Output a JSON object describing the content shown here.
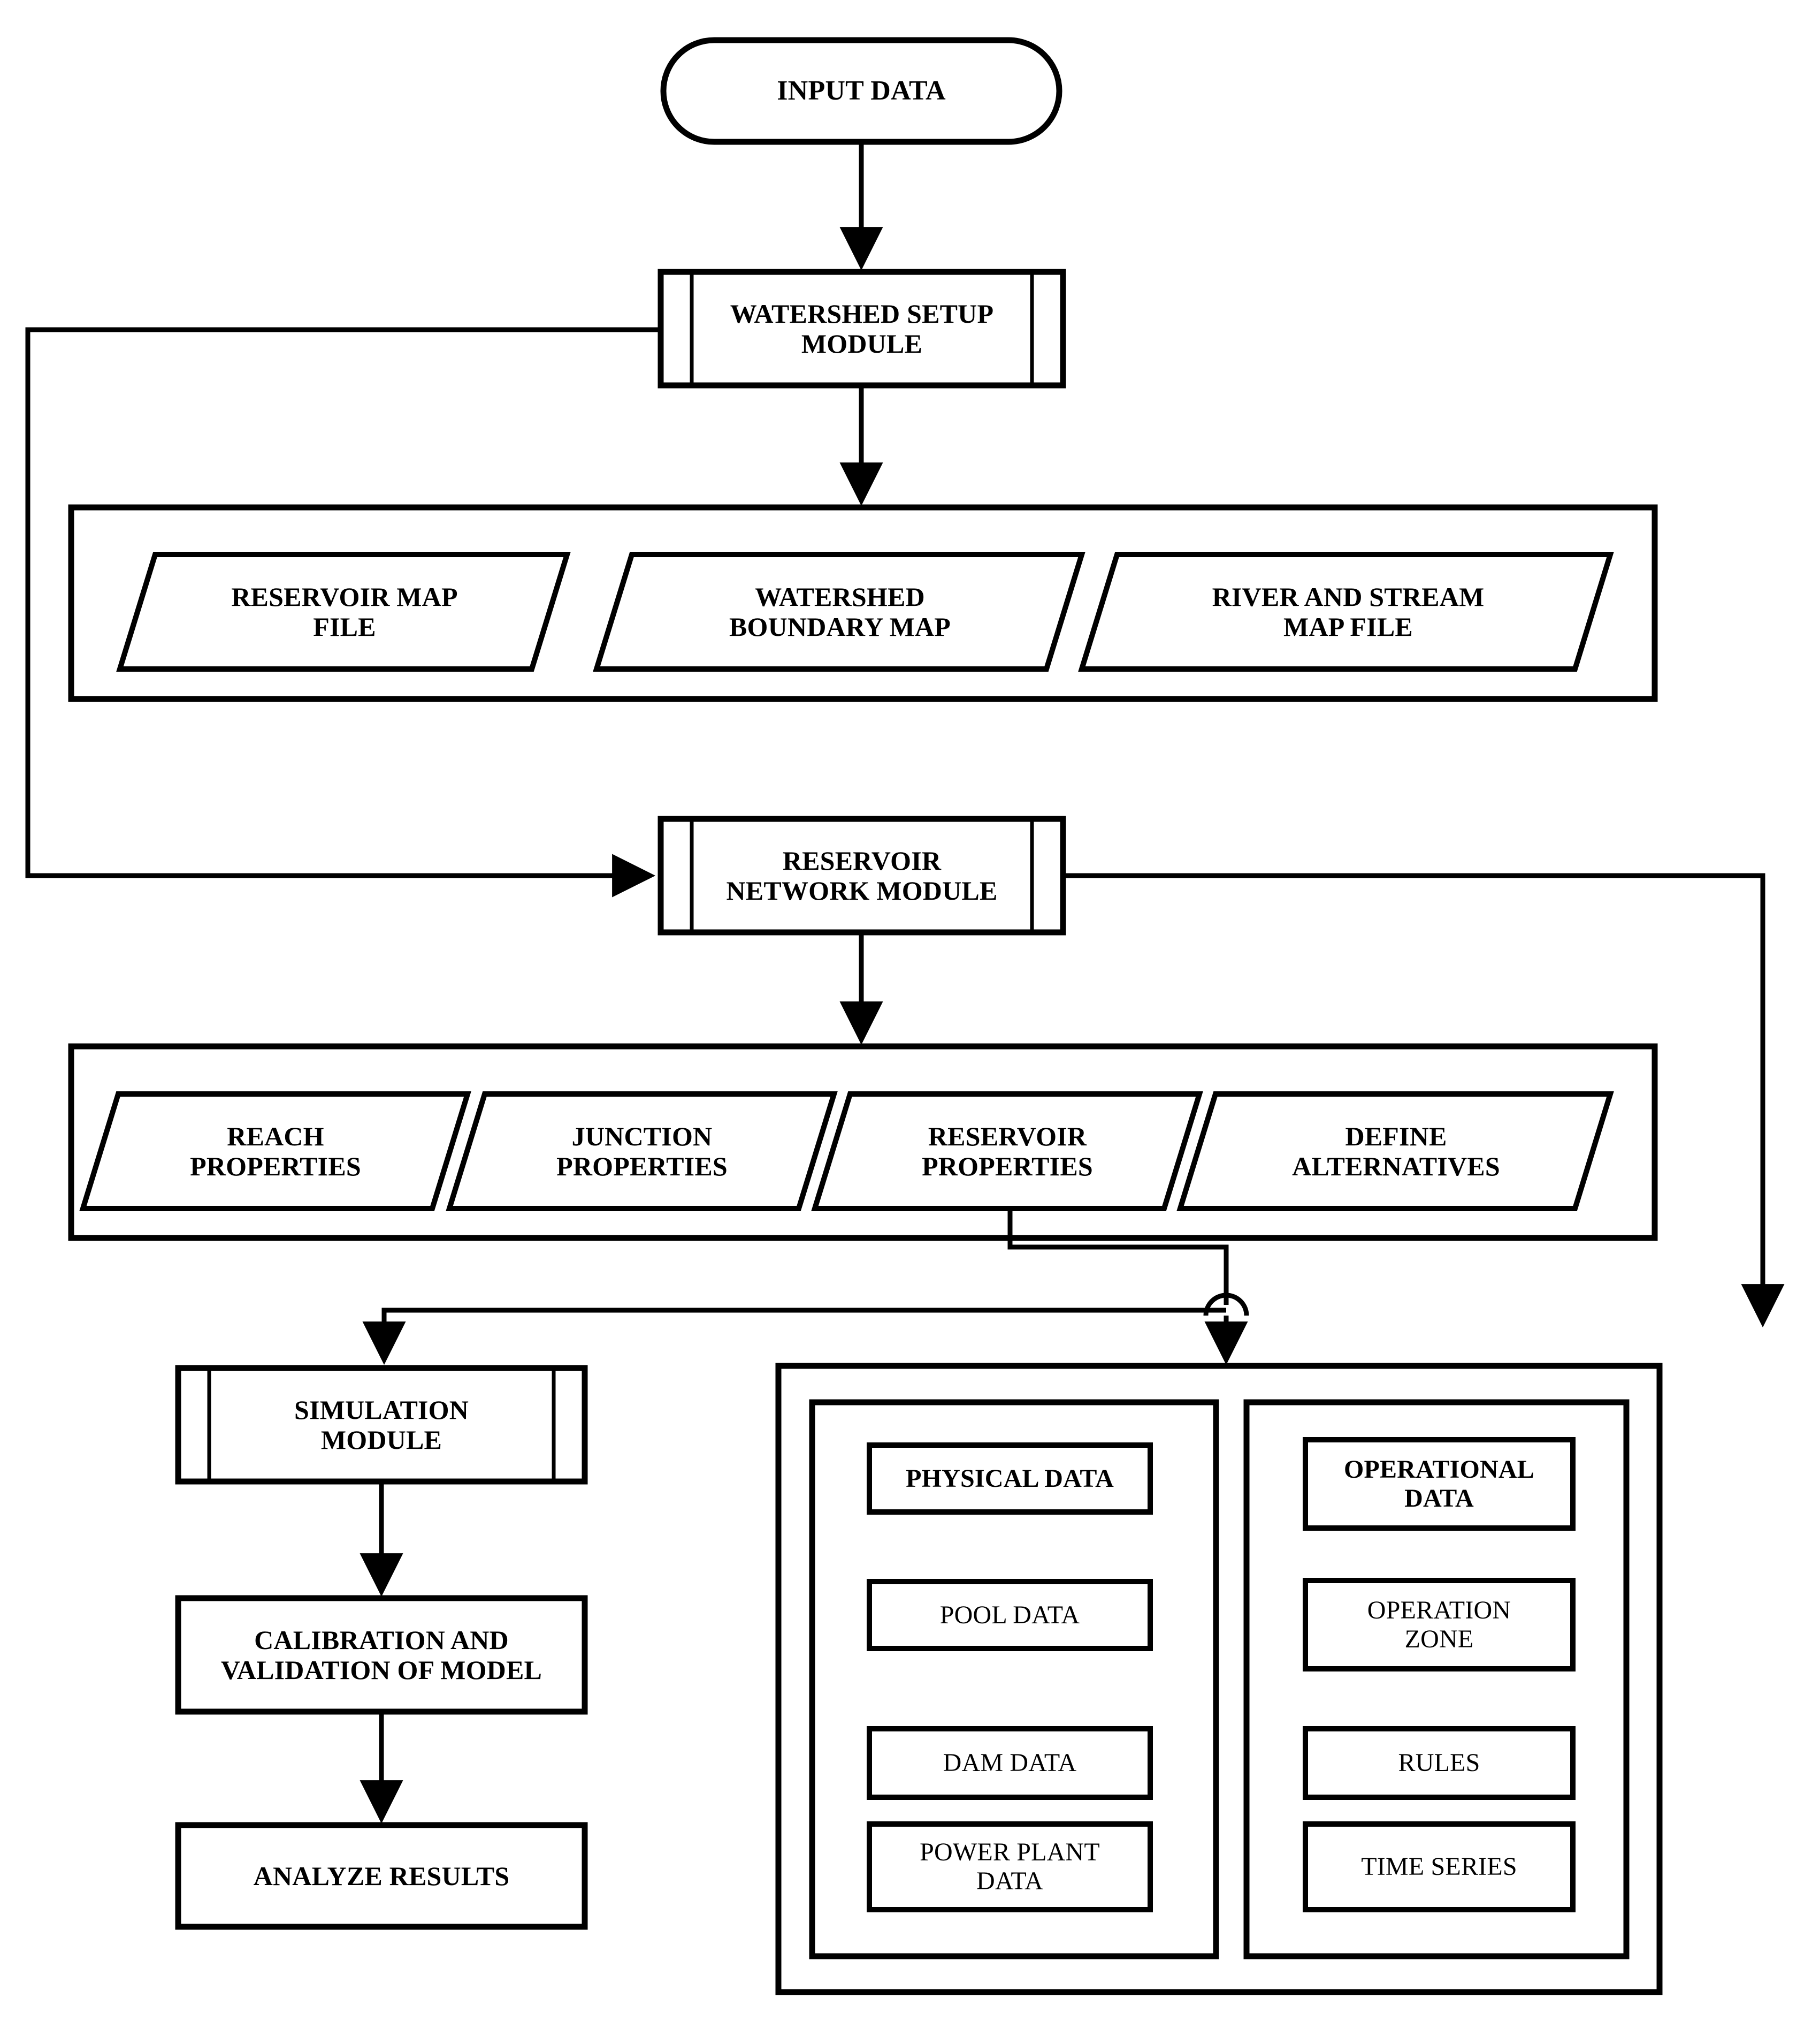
{
  "diagram": {
    "title": "Reservoir Simulation Model Flowchart",
    "colors": {
      "stroke": "#000000",
      "fill": "#ffffff",
      "text": "#000000"
    },
    "nodes": {
      "input_data": {
        "label": "INPUT DATA",
        "shape": "terminator"
      },
      "watershed_setup": {
        "label": "WATERSHED SETUP\nMODULE",
        "shape": "predefined-process"
      },
      "reservoir_map": {
        "label": "RESERVOIR MAP\nFILE",
        "shape": "parallelogram"
      },
      "watershed_bound": {
        "label": "WATERSHED\nBOUNDARY MAP",
        "shape": "parallelogram"
      },
      "river_stream": {
        "label": "RIVER AND STREAM\nMAP FILE",
        "shape": "parallelogram"
      },
      "reservoir_network": {
        "label": "RESERVOIR\nNETWORK MODULE",
        "shape": "predefined-process"
      },
      "reach_props": {
        "label": "REACH\nPROPERTIES",
        "shape": "parallelogram"
      },
      "junction_props": {
        "label": "JUNCTION\nPROPERTIES",
        "shape": "parallelogram"
      },
      "reservoir_props": {
        "label": "RESERVOIR\nPROPERTIES",
        "shape": "parallelogram"
      },
      "define_alts": {
        "label": "DEFINE\nALTERNATIVES",
        "shape": "parallelogram"
      },
      "simulation": {
        "label": "SIMULATION\nMODULE",
        "shape": "predefined-process"
      },
      "calibration": {
        "label": "CALIBRATION AND\nVALIDATION OF MODEL",
        "shape": "rect"
      },
      "analyze": {
        "label": "ANALYZE RESULTS",
        "shape": "rect"
      },
      "physical_data": {
        "label": "PHYSICAL DATA",
        "shape": "rect",
        "weight": "bold"
      },
      "pool_data": {
        "label": "POOL DATA",
        "shape": "rect",
        "weight": "normal"
      },
      "dam_data": {
        "label": "DAM DATA",
        "shape": "rect",
        "weight": "normal"
      },
      "power_plant_data": {
        "label": "POWER PLANT\nDATA",
        "shape": "rect",
        "weight": "normal"
      },
      "operational_data": {
        "label": "OPERATIONAL\nDATA",
        "shape": "rect",
        "weight": "bold"
      },
      "operation_zone": {
        "label": "OPERATION\nZONE",
        "shape": "rect",
        "weight": "normal"
      },
      "rules": {
        "label": "RULES",
        "shape": "rect",
        "weight": "normal"
      },
      "time_series": {
        "label": "TIME SERIES",
        "shape": "rect",
        "weight": "normal"
      }
    },
    "groups": {
      "watershed_outputs": {
        "members": [
          "reservoir_map",
          "watershed_bound",
          "river_stream"
        ]
      },
      "network_outputs": {
        "members": [
          "reach_props",
          "junction_props",
          "reservoir_props",
          "define_alts"
        ]
      },
      "data_panel": {
        "members": [
          "physical_data_column",
          "operational_data_column"
        ]
      },
      "physical_data_column": {
        "members": [
          "physical_data",
          "pool_data",
          "dam_data",
          "power_plant_data"
        ]
      },
      "operational_data_column": {
        "members": [
          "operational_data",
          "operation_zone",
          "rules",
          "time_series"
        ]
      }
    },
    "edges": [
      {
        "from": "input_data",
        "to": "watershed_setup",
        "arrow": true
      },
      {
        "from": "watershed_setup",
        "to": "watershed_outputs",
        "arrow": true
      },
      {
        "from": "watershed_setup",
        "to": "reservoir_network",
        "arrow": true,
        "route": "left-loop"
      },
      {
        "from": "reservoir_network",
        "to": "network_outputs",
        "arrow": true
      },
      {
        "from": "reservoir_network",
        "to": "data_panel",
        "arrow": true,
        "route": "right-loop"
      },
      {
        "from": "network_outputs",
        "to": "simulation",
        "arrow": true
      },
      {
        "from": "reservoir_props",
        "to": "data_panel",
        "arrow": true,
        "route": "center-drop",
        "crossing": "line-hop"
      },
      {
        "from": "simulation",
        "to": "calibration",
        "arrow": true
      },
      {
        "from": "calibration",
        "to": "analyze",
        "arrow": true
      }
    ]
  }
}
